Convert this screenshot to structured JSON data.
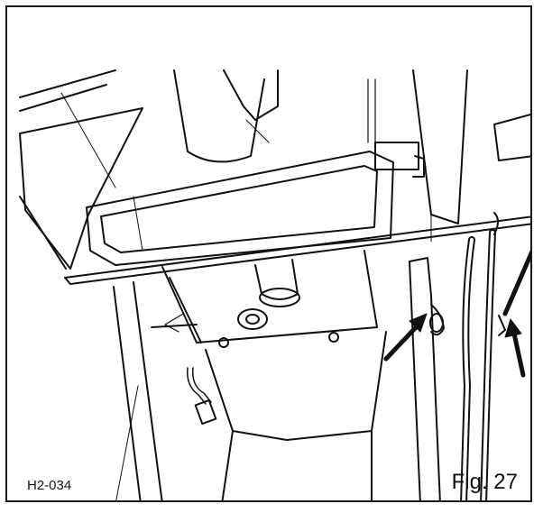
{
  "figure": {
    "reference_code": "H2-034",
    "figure_label": "Fig. 27",
    "arrow_count": 2
  }
}
